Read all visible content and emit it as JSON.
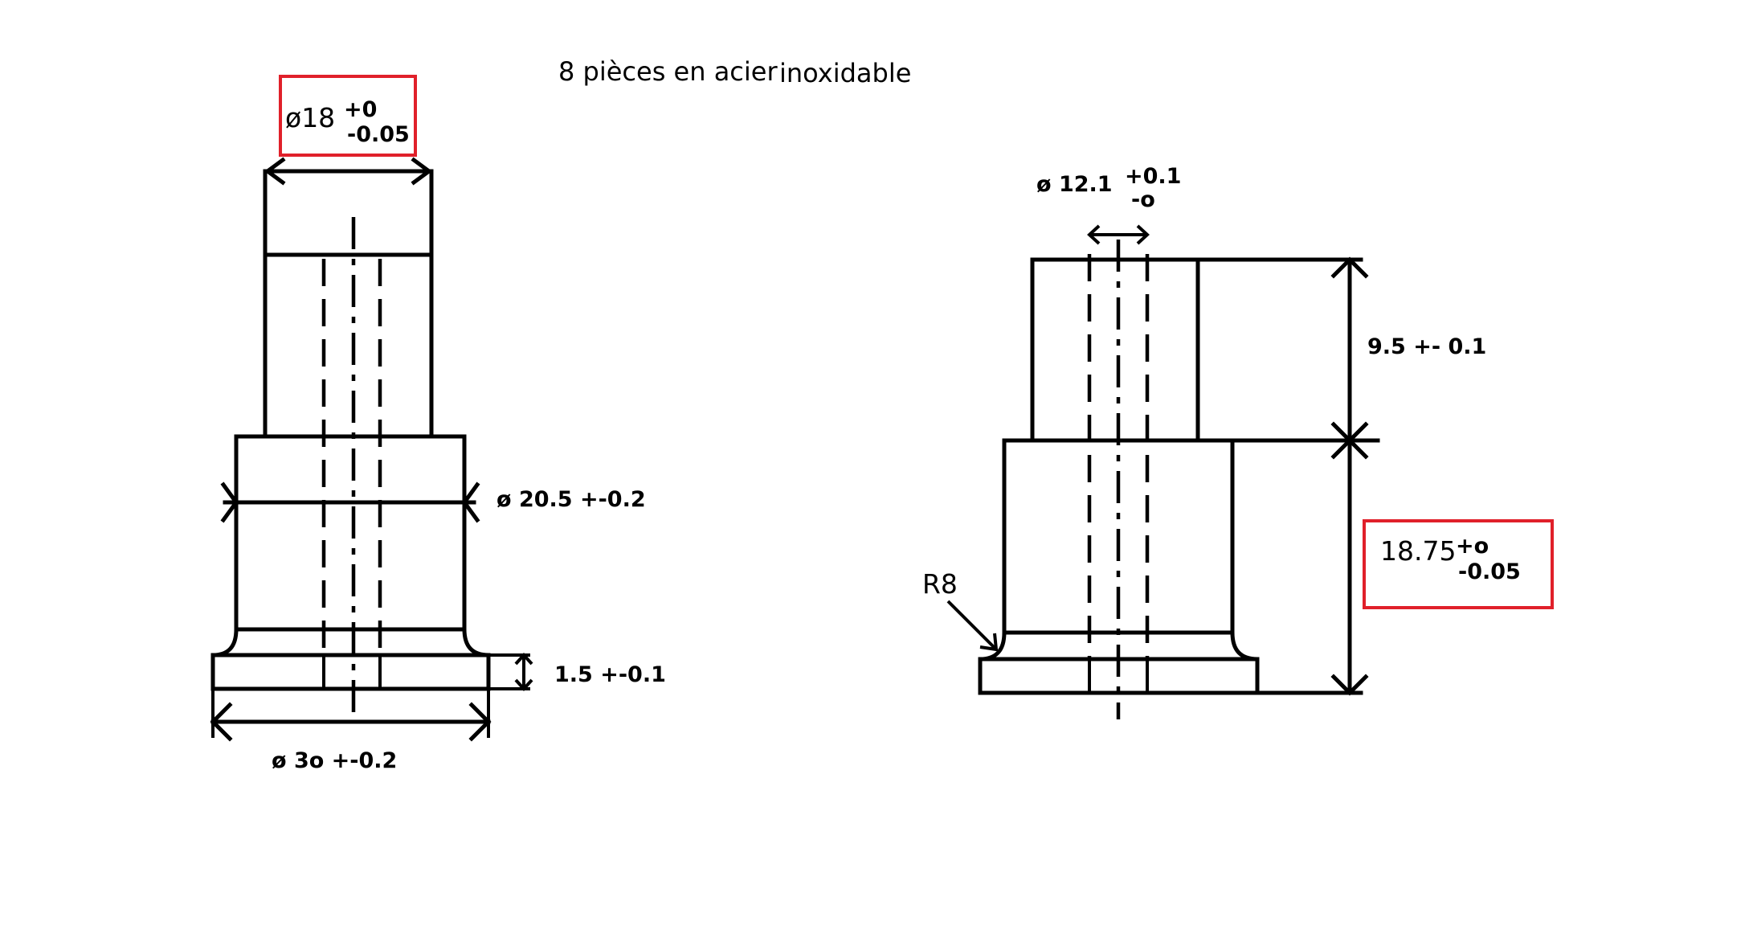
{
  "title_a": "8 pièces en acier",
  "title_b": "inoxidable",
  "left_part": {
    "top_diameter": {
      "prefix": "ø18",
      "upper_tol": "+0",
      "lower_tol": "-0.05",
      "highlighted": true
    },
    "middle_diameter": "ø 20.5 +-0.2",
    "flange_thickness": "1.5 +-0.1",
    "flange_diameter": "ø 3o +-0.2"
  },
  "right_part": {
    "bore_diameter": {
      "prefix": "ø 12.1",
      "upper_tol": "+0.1",
      "lower_tol": "-o"
    },
    "top_height": "9.5 +- 0.1",
    "total_height": {
      "value": "18.75",
      "upper_tol": "+o",
      "lower_tol": "-0.05",
      "highlighted": true
    },
    "radius": "R8"
  },
  "colors": {
    "highlight_box": "#e0202a",
    "line": "#000000"
  }
}
